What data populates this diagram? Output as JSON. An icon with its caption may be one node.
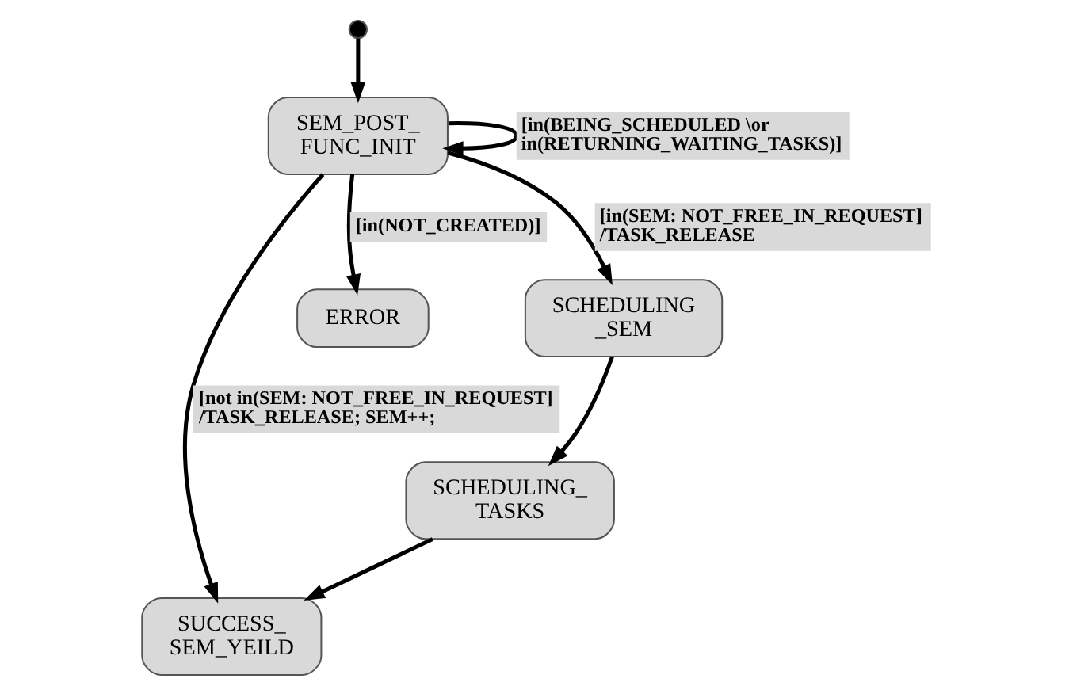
{
  "diagram": {
    "nodes": [
      {
        "text": [],
        "shape": "circle"
      },
      {
        "text": [
          "SEM_POST_ FUNC_INIT"
        ]
      },
      {
        "text": [
          "SUCCESS_ SEM_YEILD"
        ]
      },
      {
        "text": [
          "ERROR"
        ]
      },
      {
        "text": [
          "SCHEDULING _SEM"
        ]
      },
      {
        "text": [
          "SCHEDULING_ TASKS"
        ]
      }
    ],
    "edges": [
      {
        "from": 0,
        "to": 1,
        "arrow": "to"
      },
      {
        "from": 1,
        "to": 1,
        "arrow": "to",
        "label": "[in(BEING_SCHEDULED \\or in(RETURNING_WAITING_TASKS)]"
      },
      {
        "from": 1,
        "to": 2,
        "arrow": "to",
        "label": "[not in(SEM: NOT_FREE_IN_REQUEST] /TASK_RELEASE; SEM++;"
      },
      {
        "from": 1,
        "to": 3,
        "arrow": "to",
        "label": "[in(NOT_CREATED)]"
      },
      {
        "from": 1,
        "to": 4,
        "arrow": "to",
        "label": "[in(SEM: NOT_FREE_IN_REQUEST] /TASK_RELEASE"
      },
      {
        "from": 4,
        "to": 5,
        "arrow": "to"
      },
      {
        "from": 5,
        "to": 2,
        "arrow": "to"
      }
    ]
  }
}
